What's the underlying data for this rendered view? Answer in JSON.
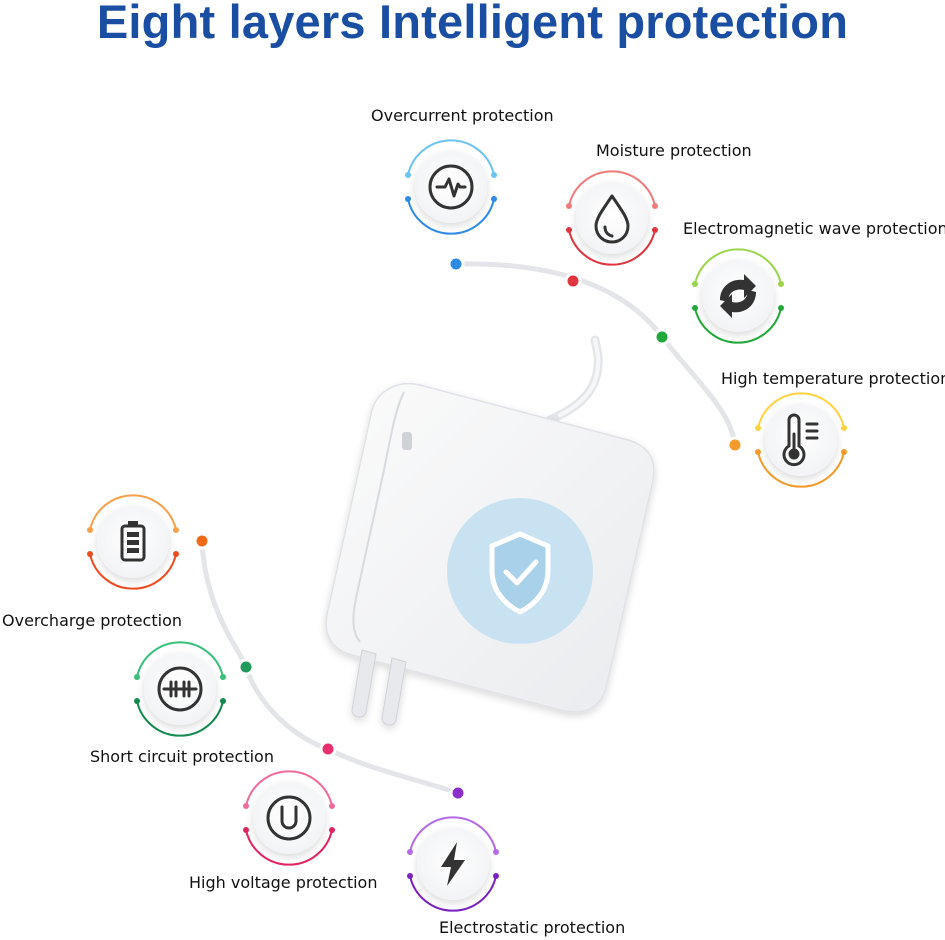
{
  "title": "Eight layers Intelligent protection",
  "features": [
    {
      "label": "Overcurrent protection",
      "icon": "pulse-icon",
      "color": "#2f8be6"
    },
    {
      "label": "Moisture protection",
      "icon": "water-drop-icon",
      "color": "#e0343f"
    },
    {
      "label": "Electromagnetic wave protection",
      "icon": "refresh-arrows-icon",
      "color": "#2fa33f"
    },
    {
      "label": "High temperature protection",
      "icon": "thermometer-icon",
      "color": "#f0a020"
    },
    {
      "label": "Overcharge protection",
      "icon": "battery-icon",
      "color": "#f06a1a"
    },
    {
      "label": "Short circuit protection",
      "icon": "short-circuit-icon",
      "color": "#1f9a5a"
    },
    {
      "label": "High voltage protection",
      "icon": "u-voltage-icon",
      "color": "#ea2f6f"
    },
    {
      "label": "Electrostatic protection",
      "icon": "lightning-bolt-icon",
      "color": "#8a2fc9"
    }
  ],
  "center_icon": "shield-check-icon"
}
